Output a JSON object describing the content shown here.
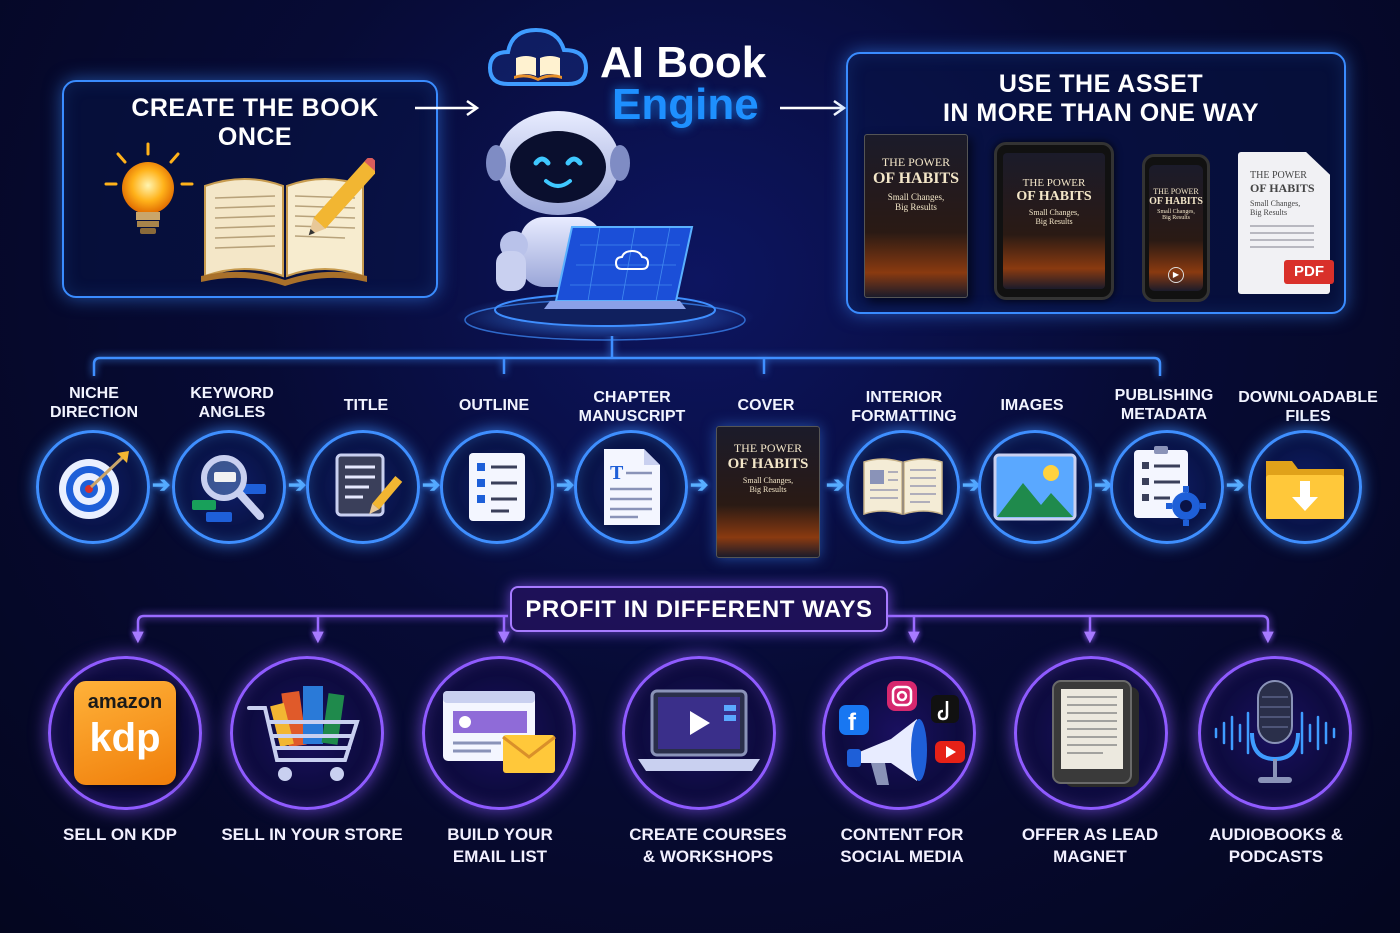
{
  "title": {
    "line1": "AI Book",
    "line2": "Engine"
  },
  "create_box": {
    "heading": "CREATE THE BOOK ONCE"
  },
  "asset_box": {
    "heading_line1": "USE THE ASSET",
    "heading_line2": "IN MORE THAN ONE WAY",
    "book_title_line1": "THE POWER",
    "book_title_line2": "OF HABITS",
    "book_subtitle_line1": "Small Changes,",
    "book_subtitle_line2": "Big Results",
    "pdf_badge": "PDF"
  },
  "steps": [
    {
      "label_line1": "NICHE",
      "label_line2": "DIRECTION",
      "icon": "target-icon"
    },
    {
      "label_line1": "KEYWORD",
      "label_line2": "ANGLES",
      "icon": "magnifier-icon"
    },
    {
      "label_line1": "TITLE",
      "label_line2": "",
      "icon": "document-pencil-icon"
    },
    {
      "label_line1": "OUTLINE",
      "label_line2": "",
      "icon": "checklist-icon"
    },
    {
      "label_line1": "CHAPTER",
      "label_line2": "MANUSCRIPT",
      "icon": "text-document-icon"
    },
    {
      "label_line1": "COVER",
      "label_line2": "",
      "icon": "book-cover-icon"
    },
    {
      "label_line1": "INTERIOR",
      "label_line2": "FORMATTING",
      "icon": "open-book-icon"
    },
    {
      "label_line1": "IMAGES",
      "label_line2": "",
      "icon": "image-icon"
    },
    {
      "label_line1": "PUBLISHING",
      "label_line2": "METADATA",
      "icon": "metadata-gear-icon"
    },
    {
      "label_line1": "DOWNLOADABLE",
      "label_line2": "FILES",
      "icon": "folder-download-icon"
    }
  ],
  "profit": {
    "heading": "PROFIT IN DIFFERENT WAYS"
  },
  "outputs": [
    {
      "label_line1": "SELL ON KDP",
      "label_line2": "",
      "icon": "amazon-kdp-icon",
      "icon_text_top": "amazon",
      "icon_text_main": "kdp"
    },
    {
      "label_line1": "SELL IN YOUR STORE",
      "label_line2": "",
      "icon": "shopping-cart-icon"
    },
    {
      "label_line1": "BUILD YOUR",
      "label_line2": "EMAIL LIST",
      "icon": "email-icon"
    },
    {
      "label_line1": "CREATE COURSES",
      "label_line2": "& WORKSHOPS",
      "icon": "laptop-video-icon"
    },
    {
      "label_line1": "CONTENT FOR",
      "label_line2": "SOCIAL MEDIA",
      "icon": "megaphone-social-icon"
    },
    {
      "label_line1": "OFFER AS LEAD",
      "label_line2": "MAGNET",
      "icon": "ereader-icon"
    },
    {
      "label_line1": "AUDIOBOOKS &",
      "label_line2": "PODCASTS",
      "icon": "microphone-icon"
    }
  ],
  "colors": {
    "blue_glow": "#3f8fff",
    "purple_glow": "#8f5bff",
    "engine_blue": "#1e90ff",
    "background": "#070b35"
  }
}
